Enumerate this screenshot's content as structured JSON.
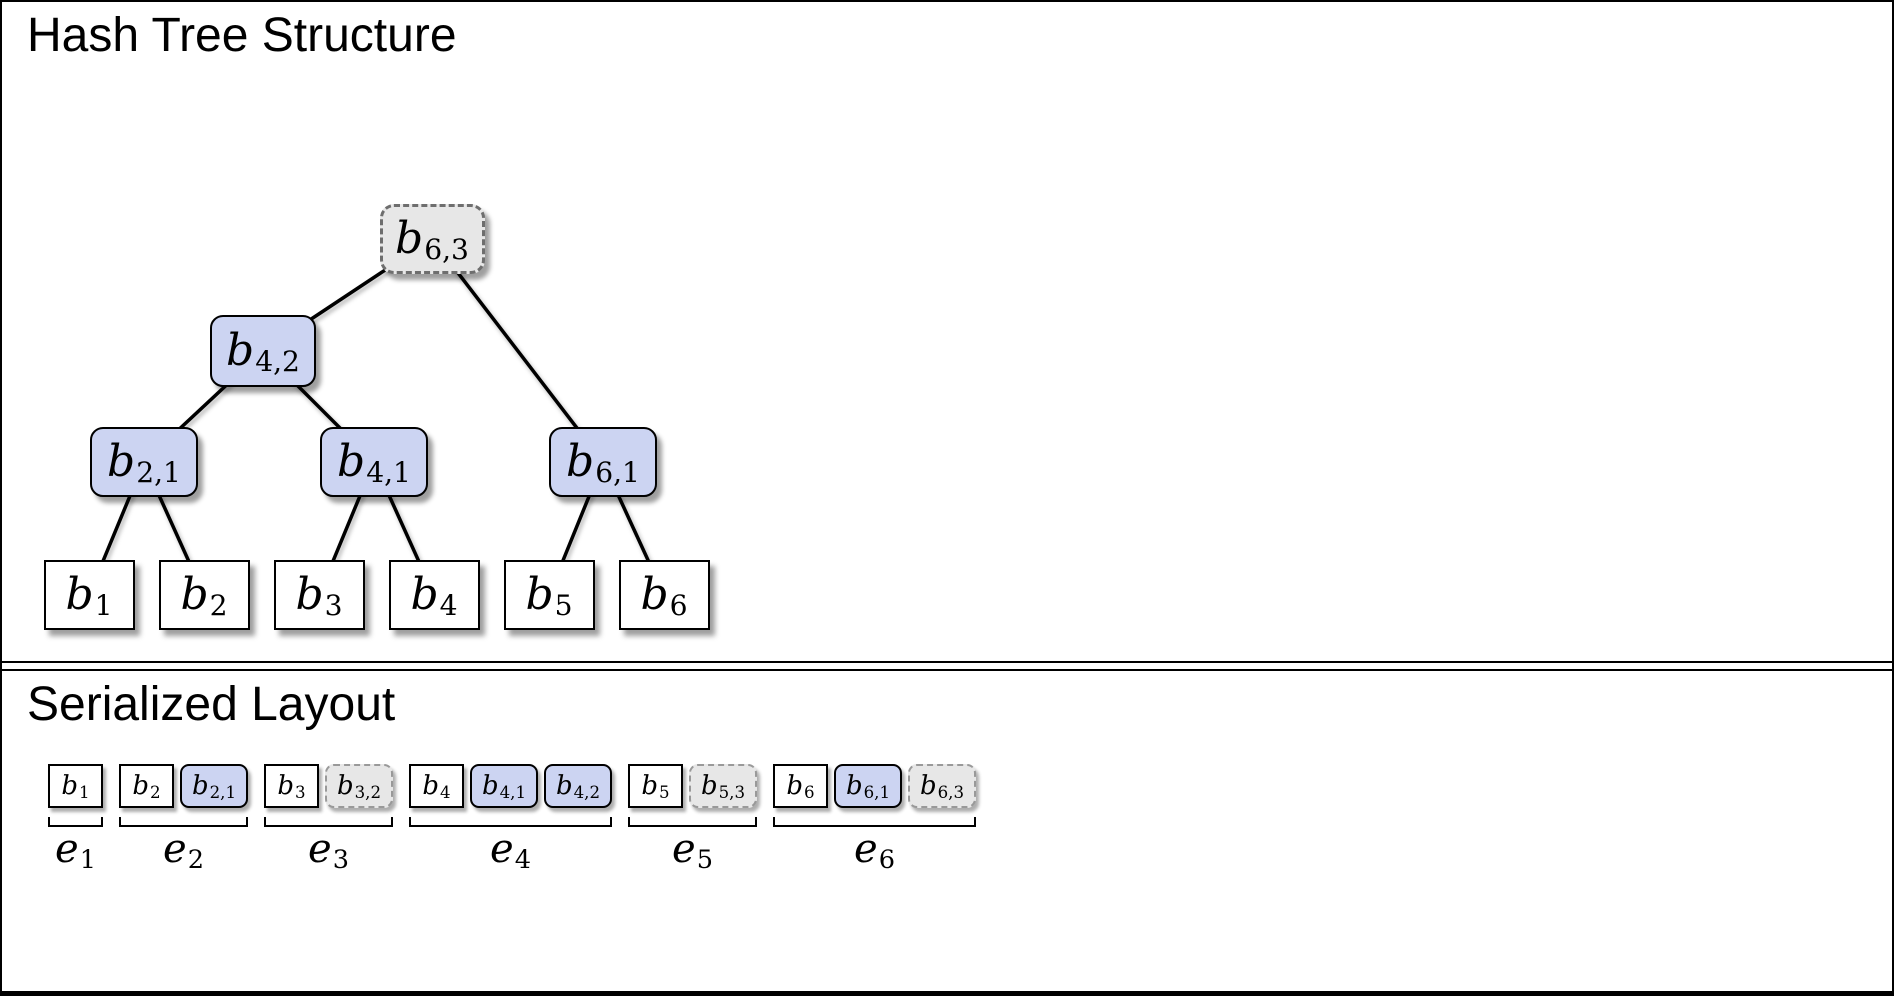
{
  "header": {
    "section1_title": "Hash Tree Structure",
    "section2_title": "Serialized Layout"
  },
  "colors": {
    "hash_fill": "#ccd4f2",
    "summary_fill": "#e7e7e7",
    "summary_border": "#6e6e6e",
    "serialized_summary_border": "#999999",
    "box_border": "#000000",
    "edge": "#000000"
  },
  "tree": {
    "nodes": [
      {
        "id": "b6_3",
        "base": "b",
        "sub": "6,3",
        "variant": "summary"
      },
      {
        "id": "b4_2",
        "base": "b",
        "sub": "4,2",
        "variant": "hash"
      },
      {
        "id": "b2_1",
        "base": "b",
        "sub": "2,1",
        "variant": "hash"
      },
      {
        "id": "b4_1",
        "base": "b",
        "sub": "4,1",
        "variant": "hash"
      },
      {
        "id": "b6_1",
        "base": "b",
        "sub": "6,1",
        "variant": "hash"
      },
      {
        "id": "b1",
        "base": "b",
        "sub": "1",
        "variant": "leaf"
      },
      {
        "id": "b2",
        "base": "b",
        "sub": "2",
        "variant": "leaf"
      },
      {
        "id": "b3",
        "base": "b",
        "sub": "3",
        "variant": "leaf"
      },
      {
        "id": "b4",
        "base": "b",
        "sub": "4",
        "variant": "leaf"
      },
      {
        "id": "b5",
        "base": "b",
        "sub": "5",
        "variant": "leaf"
      },
      {
        "id": "b6",
        "base": "b",
        "sub": "6",
        "variant": "leaf"
      }
    ],
    "edges": [
      [
        "b6_3",
        "b4_2"
      ],
      [
        "b6_3",
        "b6_1"
      ],
      [
        "b4_2",
        "b2_1"
      ],
      [
        "b4_2",
        "b4_1"
      ],
      [
        "b2_1",
        "b1"
      ],
      [
        "b2_1",
        "b2"
      ],
      [
        "b4_1",
        "b3"
      ],
      [
        "b4_1",
        "b4"
      ],
      [
        "b6_1",
        "b5"
      ],
      [
        "b6_1",
        "b6"
      ]
    ]
  },
  "serialized": {
    "groups": [
      {
        "label_base": "e",
        "label_sub": "1",
        "boxes": [
          {
            "base": "b",
            "sub": "1",
            "variant": "leaf"
          }
        ]
      },
      {
        "label_base": "e",
        "label_sub": "2",
        "boxes": [
          {
            "base": "b",
            "sub": "2",
            "variant": "leaf"
          },
          {
            "base": "b",
            "sub": "2,1",
            "variant": "hash"
          }
        ]
      },
      {
        "label_base": "e",
        "label_sub": "3",
        "boxes": [
          {
            "base": "b",
            "sub": "3",
            "variant": "leaf"
          },
          {
            "base": "b",
            "sub": "3,2",
            "variant": "summary"
          }
        ]
      },
      {
        "label_base": "e",
        "label_sub": "4",
        "boxes": [
          {
            "base": "b",
            "sub": "4",
            "variant": "leaf"
          },
          {
            "base": "b",
            "sub": "4,1",
            "variant": "hash"
          },
          {
            "base": "b",
            "sub": "4,2",
            "variant": "hash"
          }
        ]
      },
      {
        "label_base": "e",
        "label_sub": "5",
        "boxes": [
          {
            "base": "b",
            "sub": "5",
            "variant": "leaf"
          },
          {
            "base": "b",
            "sub": "5,3",
            "variant": "summary"
          }
        ]
      },
      {
        "label_base": "e",
        "label_sub": "6",
        "boxes": [
          {
            "base": "b",
            "sub": "6",
            "variant": "leaf"
          },
          {
            "base": "b",
            "sub": "6,1",
            "variant": "hash"
          },
          {
            "base": "b",
            "sub": "6,3",
            "variant": "summary"
          }
        ]
      }
    ]
  }
}
